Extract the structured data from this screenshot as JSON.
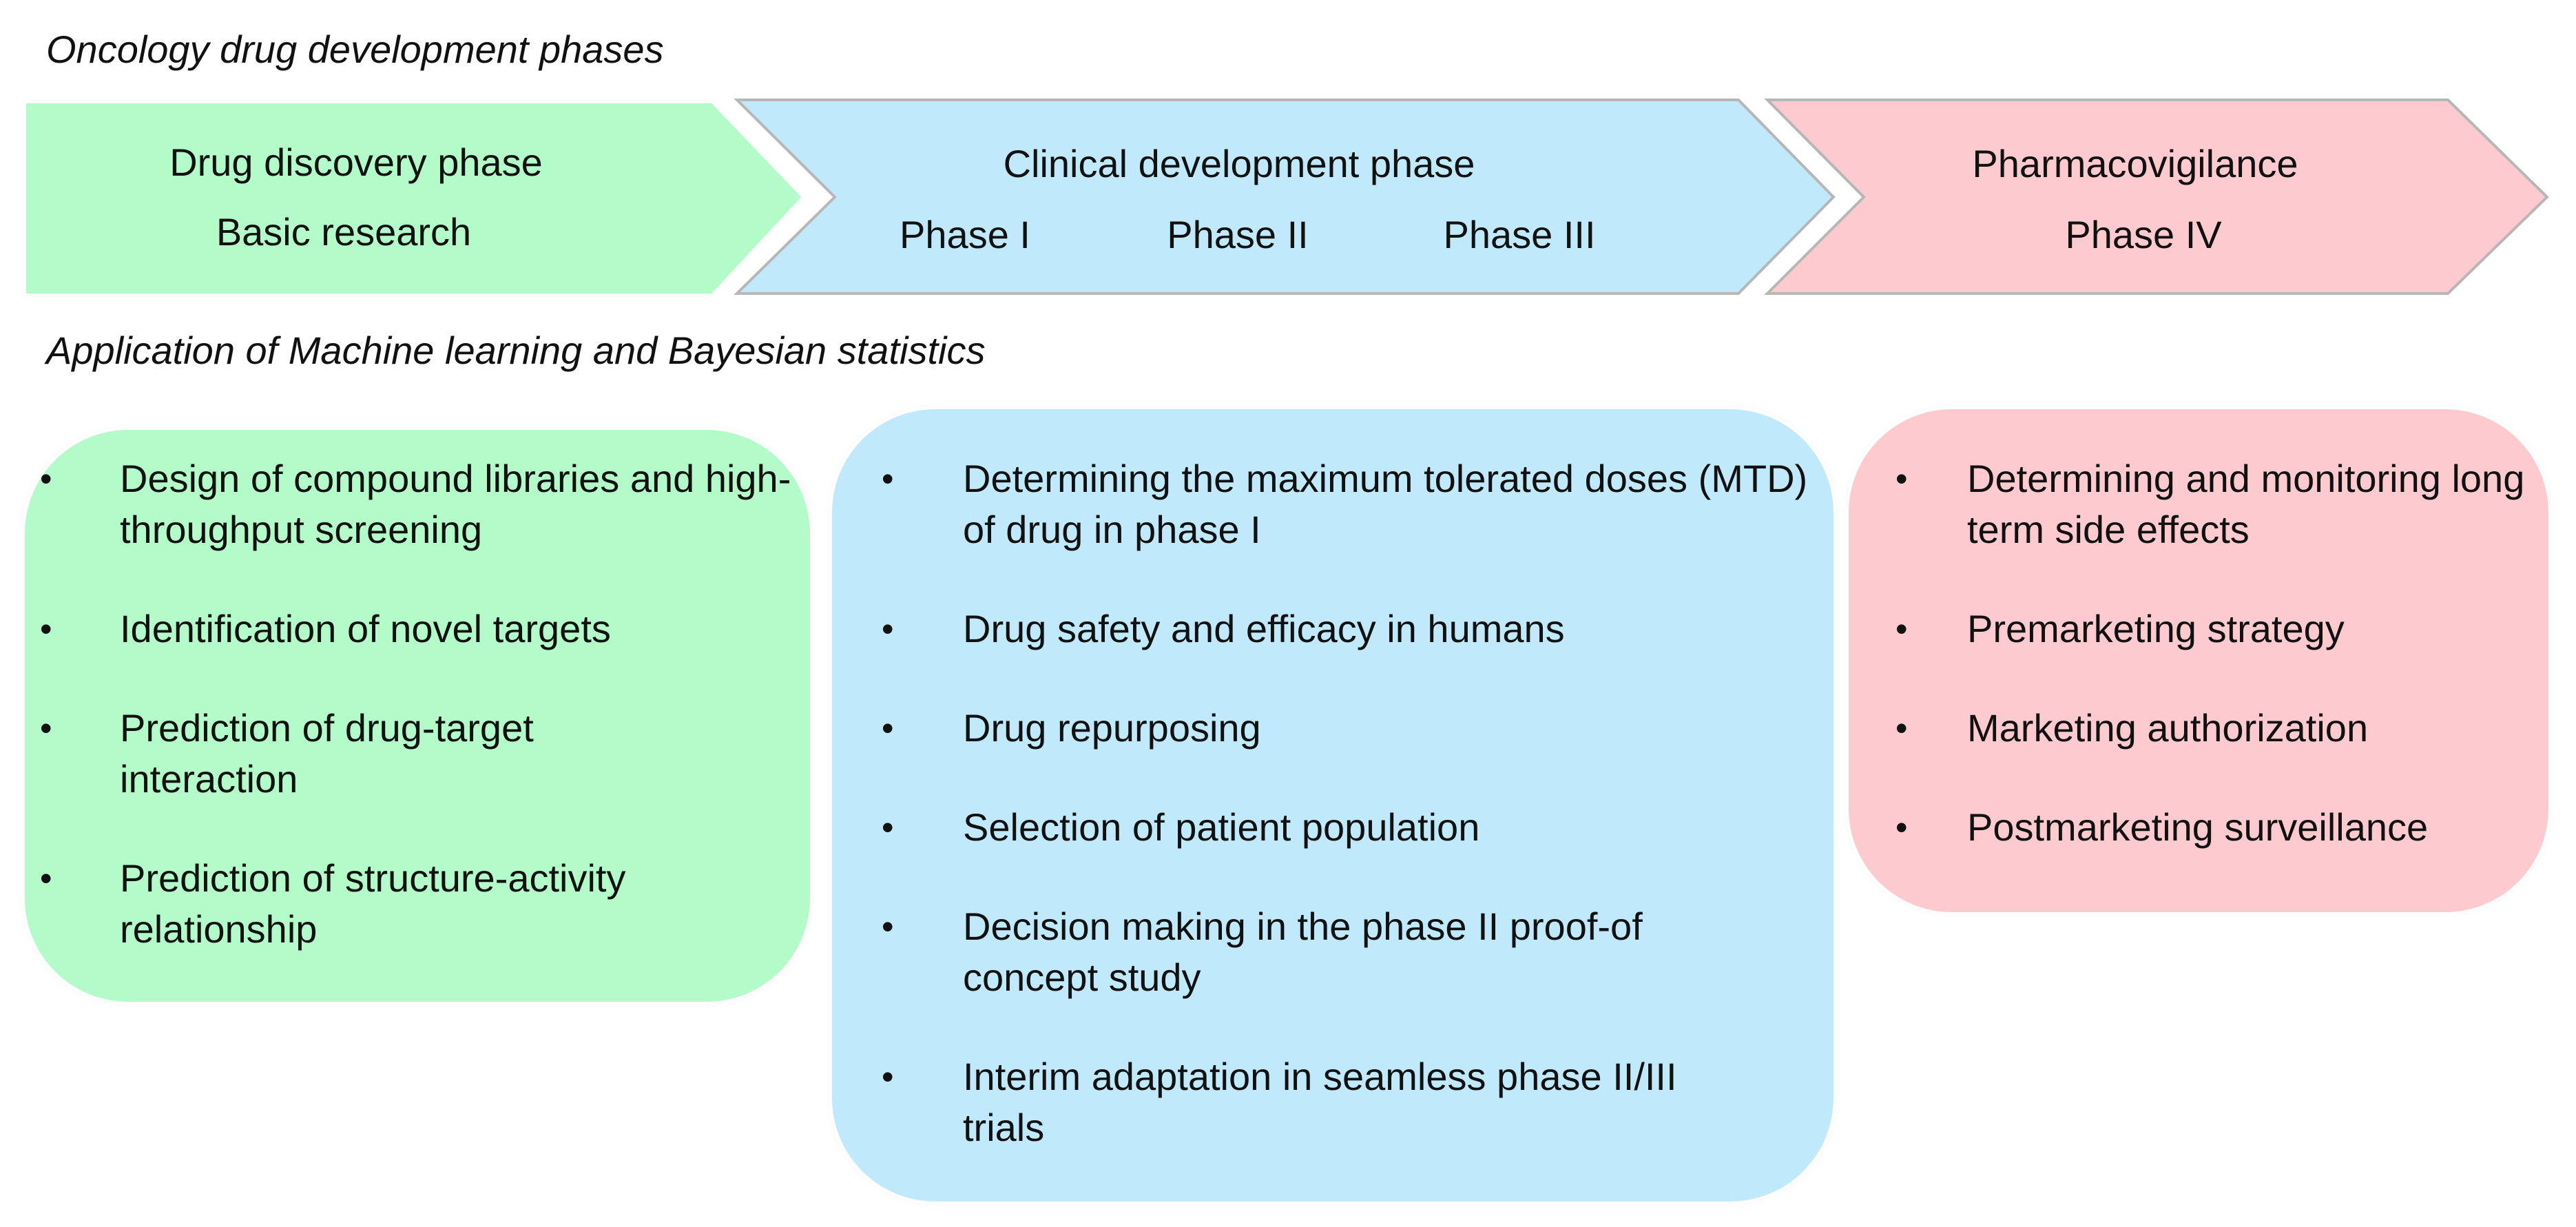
{
  "headings": {
    "phases": "Oncology drug development phases",
    "application": "Application of Machine learning and Bayesian statistics"
  },
  "colors": {
    "discovery": "#b3fcca",
    "clinical": "#c0eafc",
    "pharmacovigilance": "#fdcbcf",
    "arrow_outline": "#b7b7b7"
  },
  "phases": {
    "discovery": {
      "title": "Drug discovery phase",
      "subtitle": "Basic research"
    },
    "clinical": {
      "title": "Clinical development phase",
      "subphases": [
        "Phase I",
        "Phase II",
        "Phase III"
      ]
    },
    "pharmacovigilance": {
      "title": "Pharmacovigilance",
      "subtitle": "Phase IV"
    }
  },
  "applications": {
    "bullet": "•",
    "discovery": [
      "Design of compound libraries and high-throughput screening",
      "Identification of novel targets",
      "Prediction of drug-target interaction",
      "Prediction of structure-activity relationship"
    ],
    "clinical": [
      "Determining the maximum tolerated doses (MTD) of drug in phase I",
      "Drug safety and efficacy in humans",
      "Drug repurposing",
      "Selection of patient population",
      "Decision making in the phase II proof-of concept study",
      "Interim adaptation in seamless phase II/III trials"
    ],
    "pharmacovigilance": [
      "Determining and monitoring long term side effects",
      "Premarketing strategy",
      "Marketing authorization",
      "Postmarketing surveillance"
    ]
  }
}
